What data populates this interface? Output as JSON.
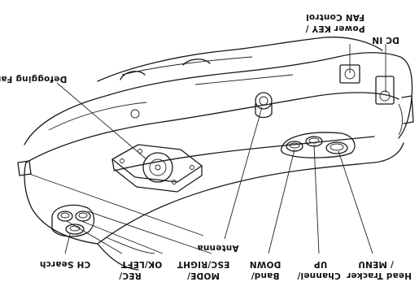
{
  "labels": {
    "dc_in": "DC IN",
    "power_key": "Power KEY /",
    "fan_control": "FAN Control",
    "defogging_fan": "Defogging Fan",
    "antenna": "Antenna",
    "head_tracker": "Head Tracker",
    "menu": "/ MENU",
    "channel": "Channel/",
    "up": "UP",
    "band": "Band/",
    "down": "DOWN",
    "mode": "MODE/",
    "esc_right": "ESC/RIGHT",
    "ok_left": "OK/LEFT",
    "rec": "REC/",
    "ch_search": "CH Search"
  }
}
